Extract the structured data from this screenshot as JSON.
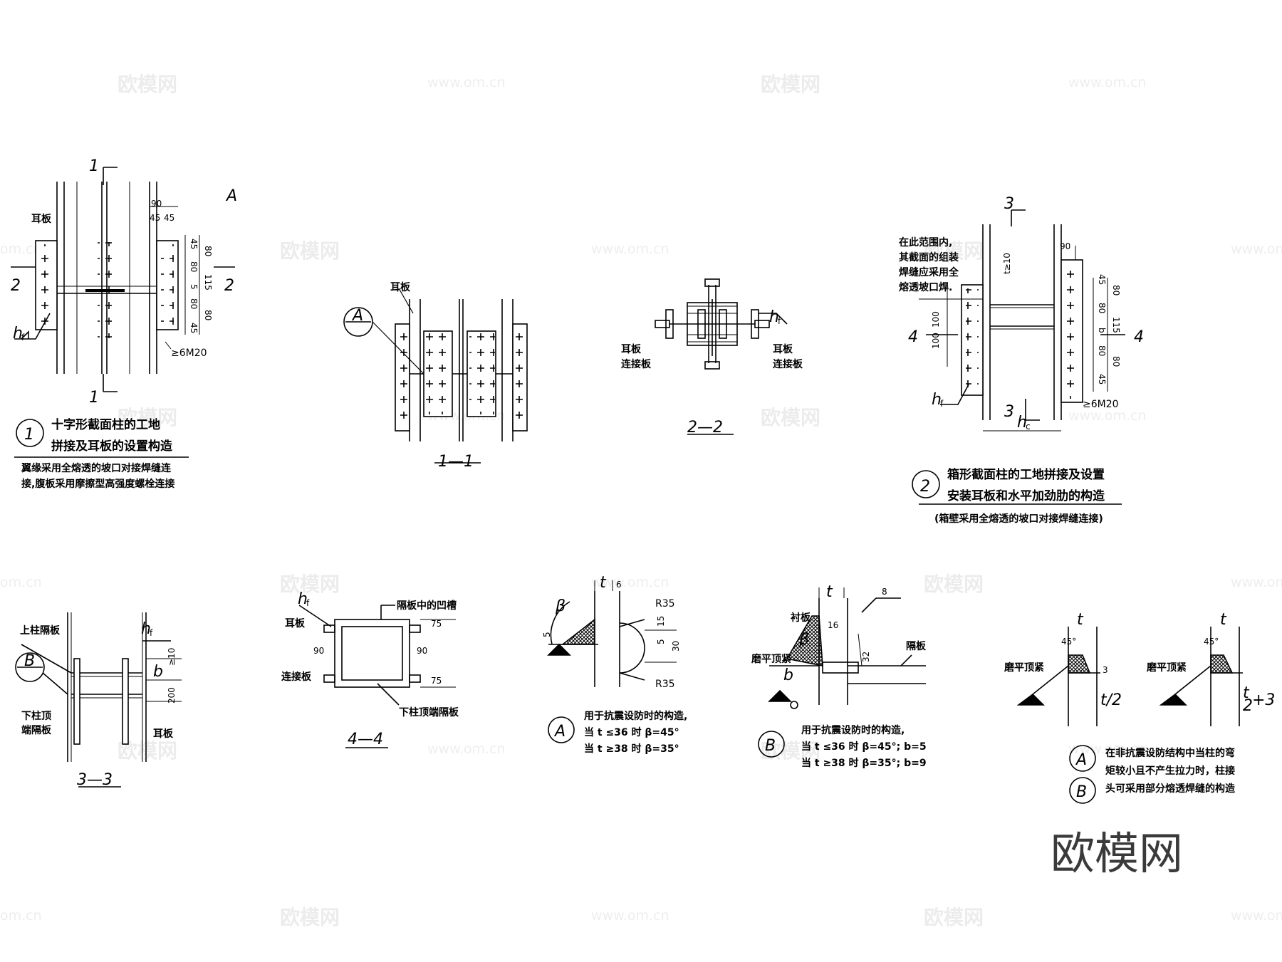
{
  "watermarks": {
    "brand": "欧模网",
    "site": "www.om.cn",
    "site_short": "om.cn",
    "corner_logo": "欧模网"
  },
  "detail1": {
    "number": "1",
    "title_line1": "十字形截面柱的工地",
    "title_line2": "拼接及耳板的设置构造",
    "note_line1": "翼缘采用全熔透的坡口对接焊缝连",
    "note_line2": "接,腹板采用摩擦型高强度螺栓连接",
    "ear_plate": "耳板",
    "section_1": "1",
    "section_2": "2",
    "corner_letter": "A",
    "weld": "h",
    "weld_sub": "f",
    "bolts": "≥6M20",
    "dims_top": [
      "90",
      "45",
      "45"
    ],
    "dims_right": [
      "45",
      "80",
      "5",
      "80",
      "45"
    ],
    "dims_right2": [
      "80",
      "115",
      "80"
    ]
  },
  "section11": {
    "label": "1—1",
    "ear_plate": "耳板",
    "callout": "A"
  },
  "section22": {
    "label": "2—2",
    "ear_plate": "耳板",
    "connector": "连接板",
    "weld": "h",
    "weld_sub": "f"
  },
  "detail2": {
    "number": "2",
    "title_line1": "箱形截面柱的工地拼接及设置",
    "title_line2": "安装耳板和水平加劲肋的构造",
    "note": "(箱壁采用全熔透的坡口对接焊缝连接)",
    "note_left": [
      "在此范围内,",
      "其截面的组装",
      "焊缝应采用全",
      "熔透坡口焊."
    ],
    "section_3": "3",
    "section_4": "4",
    "dim_90": "90",
    "dim_t10": "t≥10",
    "dims_left": [
      "100",
      "100"
    ],
    "dims_right": [
      "45",
      "80",
      "b",
      "80",
      "45"
    ],
    "dims_right2": [
      "80",
      "115",
      "80"
    ],
    "bolts": "≥6M20",
    "width": "h",
    "width_sub": "c",
    "weld": "h",
    "weld_sub": "f"
  },
  "section33": {
    "label": "3—3",
    "upper": "上柱隔板",
    "lower_line1": "下柱顶",
    "lower_line2": "端隔板",
    "ear": "耳板",
    "callout": "B",
    "dims": [
      "≥10",
      "b",
      "200"
    ],
    "weld": "h",
    "weld_sub": "f"
  },
  "section44": {
    "label": "4—4",
    "groove": "隔板中的凹槽",
    "bottom": "下柱顶端隔板",
    "ear": "耳板",
    "connector": "连接板",
    "dims": [
      "90",
      "90",
      "75",
      "75"
    ],
    "weld": "h",
    "weld_sub": "f"
  },
  "detailA": {
    "label": "A",
    "dims": [
      "t",
      "6",
      "R35",
      "R35",
      "5",
      "15",
      "30",
      "5",
      "β"
    ],
    "note_line1": "用于抗震设防时的构造,",
    "note_line2": "当 t ≤36 时  β=45°",
    "note_line3": "当 t ≥38 时  β=35°"
  },
  "detailB": {
    "label": "B",
    "dims": [
      "t",
      "8",
      "16",
      "32",
      "b",
      "β"
    ],
    "backing": "衬板",
    "bearing": "磨平顶紧",
    "diaphragm": "隔板",
    "note_line1": "用于抗震设防时的构造,",
    "note_line2": "当 t ≤36 时 β=45°; b=5",
    "note_line3": "当 t ≥38 时 β=35°; b=9"
  },
  "detailC": {
    "bearing": "磨平顶紧",
    "angle": "45°",
    "t": "t",
    "dim_3": "3",
    "left_depth": "t/2",
    "right_depth_num": "t",
    "right_depth_den": "2",
    "right_depth_add": "+3",
    "label_a": "A",
    "label_b": "B",
    "note_line1": "在非抗震设防结构中当柱的弯",
    "note_line2": "矩较小且不产生拉力时，柱接",
    "note_line3": "头可采用部分熔透焊缝的构造"
  }
}
